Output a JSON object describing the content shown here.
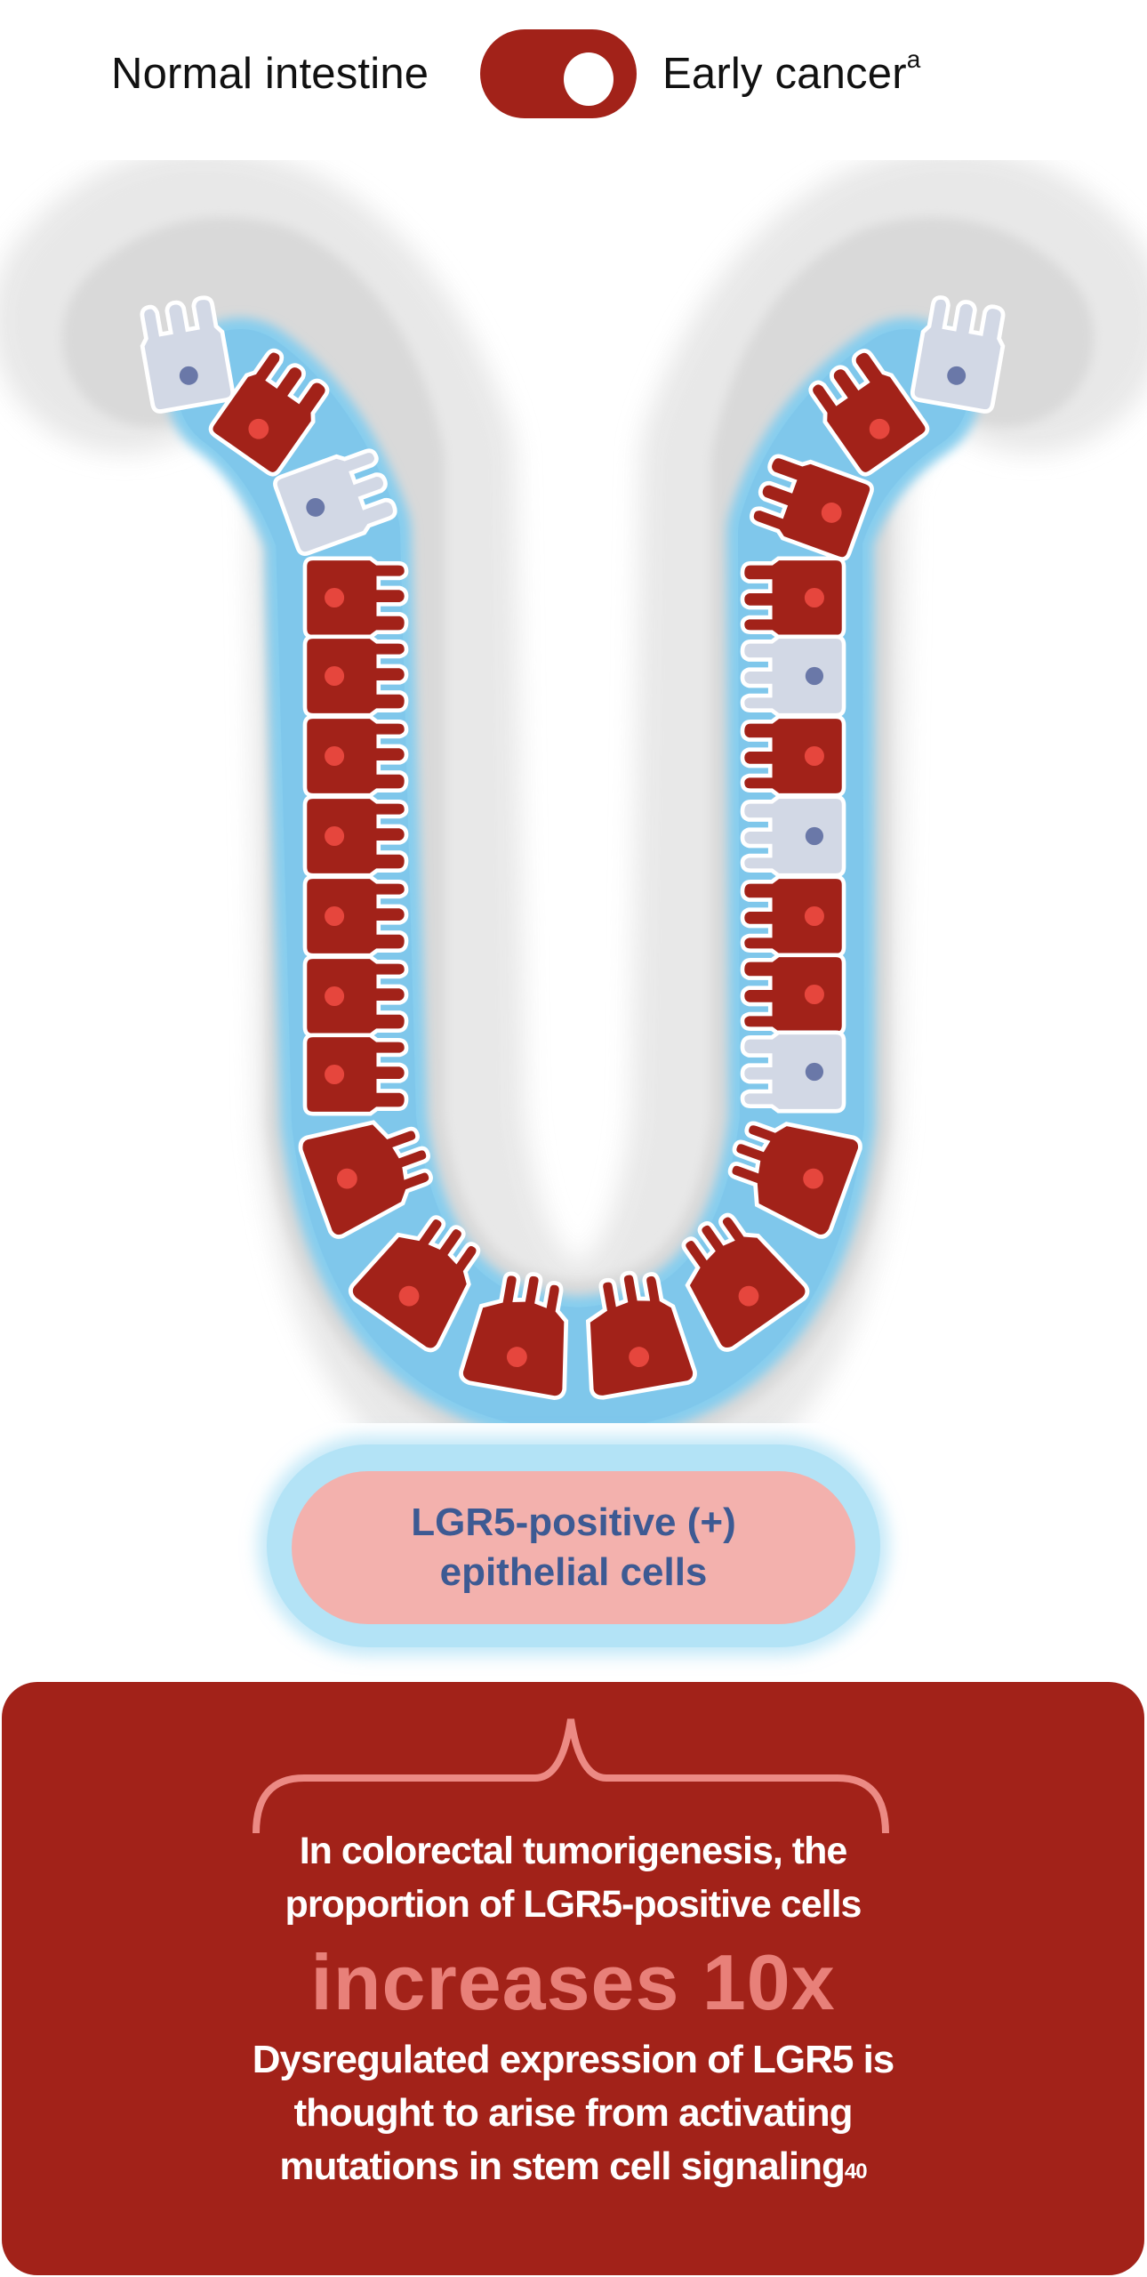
{
  "toggle": {
    "left_label": "Normal intestine",
    "right_label": "Early cancer",
    "right_label_superscript": "a",
    "state": "on",
    "active_side": "Early cancer",
    "color": "#a22219"
  },
  "diagram": {
    "description": "U-shaped intestinal crypt made of epithelial cells",
    "legend": {
      "lgr5_positive_cell_color": "#a22219",
      "lgr5_positive_nucleus_color": "#e6463d",
      "normal_cell_color": "#d2d8e5",
      "normal_nucleus_color": "#6a78a8",
      "lgr5_glow_color": "#7ec8ea"
    },
    "cells": {
      "left_arm": [
        "normal",
        "lgr5_positive",
        "normal"
      ],
      "left_column": [
        "lgr5_positive",
        "lgr5_positive",
        "lgr5_positive",
        "lgr5_positive",
        "lgr5_positive",
        "lgr5_positive",
        "lgr5_positive"
      ],
      "bottom_arc": [
        "lgr5_positive",
        "lgr5_positive",
        "lgr5_positive",
        "lgr5_positive",
        "lgr5_positive",
        "lgr5_positive"
      ],
      "right_column": [
        "lgr5_positive",
        "normal",
        "lgr5_positive",
        "normal",
        "lgr5_positive",
        "lgr5_positive",
        "normal"
      ],
      "right_arm": [
        "lgr5_positive",
        "lgr5_positive",
        "normal"
      ]
    }
  },
  "pill_label": {
    "line1": "LGR5-positive (+)",
    "line2": "epithelial cells",
    "text_color": "#3d5a93",
    "fill_color": "#f3b1ad"
  },
  "info_card": {
    "line1": "In colorectal tumorigenesis, the",
    "line2": "proportion of LGR5-positive cells",
    "highlight": "increases 10x",
    "body1": "Dysregulated expression of LGR5 is",
    "body2": "thought to arise from activating",
    "body3": "mutations in stem cell signaling",
    "body3_superscript": "40",
    "background_color": "#a22219",
    "highlight_color": "#e88079"
  }
}
